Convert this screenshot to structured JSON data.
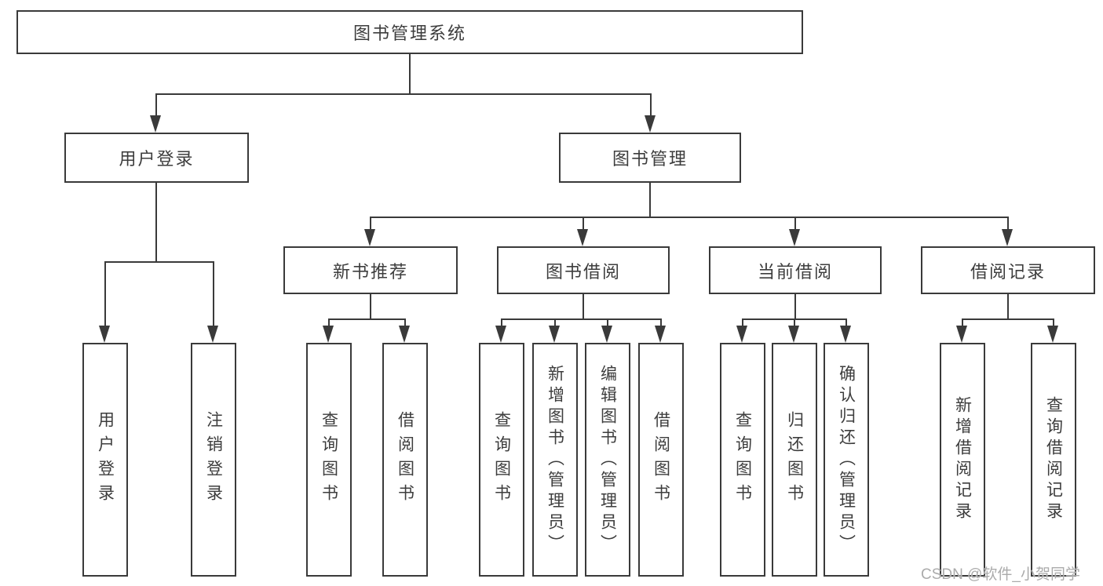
{
  "tree": {
    "label": "图书管理系统",
    "children": [
      {
        "label": "用户登录",
        "children": [
          {
            "label": "用户登录"
          },
          {
            "label": "注销登录"
          }
        ]
      },
      {
        "label": "图书管理",
        "children": [
          {
            "label": "新书推荐",
            "children": [
              {
                "label": "查询图书"
              },
              {
                "label": "借阅图书"
              }
            ]
          },
          {
            "label": "图书借阅",
            "children": [
              {
                "label": "查询图书"
              },
              {
                "label": "新增图书（管理员）"
              },
              {
                "label": "编辑图书（管理员）"
              },
              {
                "label": "借阅图书"
              }
            ]
          },
          {
            "label": "当前借阅",
            "children": [
              {
                "label": "查询图书"
              },
              {
                "label": "归还图书"
              },
              {
                "label": "确认归还（管理员）"
              }
            ]
          },
          {
            "label": "借阅记录",
            "children": [
              {
                "label": "新增借阅记录"
              },
              {
                "label": "查询借阅记录"
              }
            ]
          }
        ]
      }
    ]
  },
  "watermark": "CSDN @软件_小贺同学",
  "colors": {
    "line": "#3a3a3a",
    "text": "#3d3d3d",
    "watermark": "#ababab",
    "background": "#ffffff"
  }
}
